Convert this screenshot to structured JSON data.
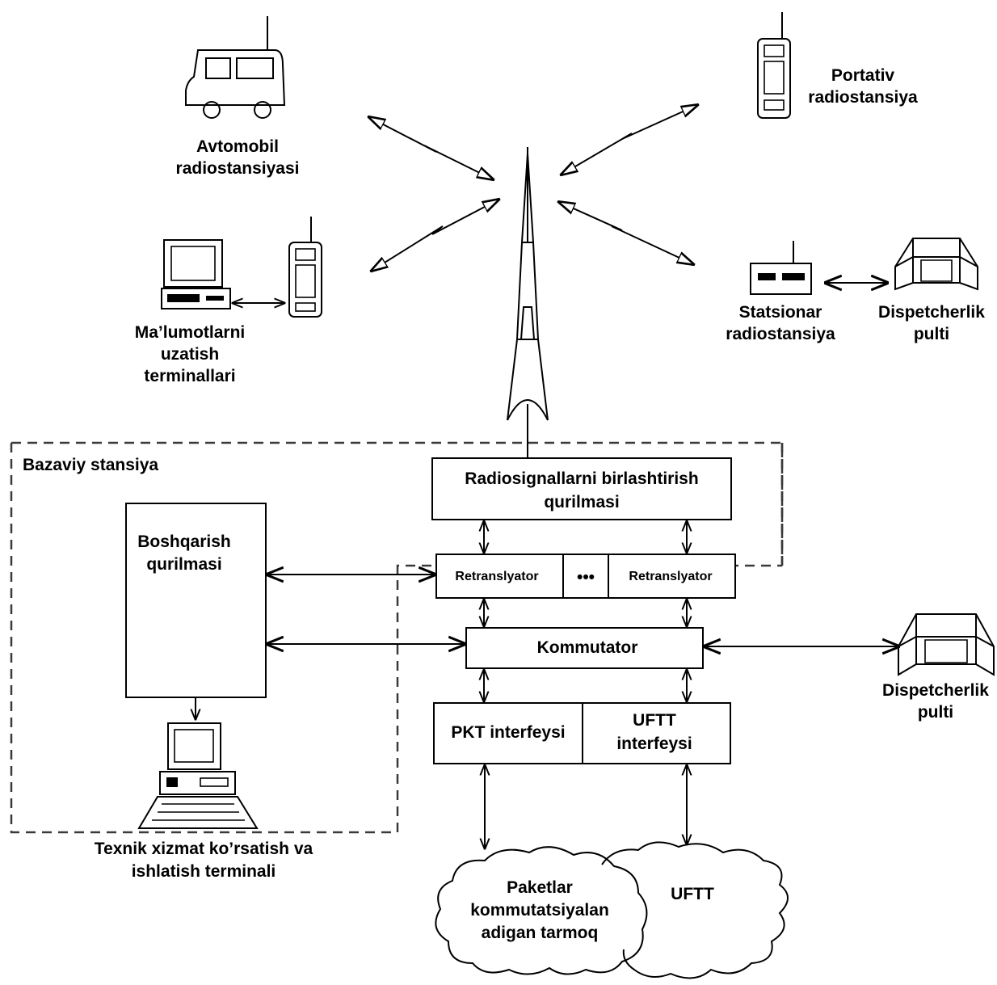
{
  "labels": {
    "car": [
      "Avtomobil",
      "radiostansiyasi"
    ],
    "portable": [
      "Portativ",
      "radiostansiya"
    ],
    "terminals": [
      "Ma’lumotlarni",
      "uzatish",
      "terminallari"
    ],
    "stationary": [
      "Statsionar",
      "radiostansiya"
    ],
    "dispatch_top": [
      "Dispetcherlik",
      "pulti"
    ],
    "dispatch_right": [
      "Dispetcherlik",
      "pulti"
    ],
    "base_station": "Bazaviy stansiya",
    "combiner": [
      "Radiosignallarni birlashtirish",
      "qurilmasi"
    ],
    "control": [
      "Boshqarish",
      "qurilmasi"
    ],
    "repeater_1": "Retranslyator",
    "repeater_dots": "•••",
    "repeater_2": "Retranslyator",
    "switch": "Kommutator",
    "pkt_interface": "PKT interfeysi",
    "uftt_interface": [
      "UFTT",
      "interfeysi"
    ],
    "maintenance": [
      "Texnik xizmat ko’rsatish va",
      "ishlatish terminali"
    ],
    "packet_network": [
      "Paketlar",
      "kommutatsiyalan",
      "adigan tarmoq"
    ],
    "uftt_cloud": "UFTT"
  },
  "icons": [
    "car-radio-icon",
    "portable-radio-icon",
    "computer-icon",
    "stationary-radio-icon",
    "dispatch-console-icon",
    "tower-icon",
    "cloud-icon"
  ],
  "colors": {
    "line": "#000000",
    "dashed_border": "#3a3a3a",
    "background": "#ffffff"
  }
}
